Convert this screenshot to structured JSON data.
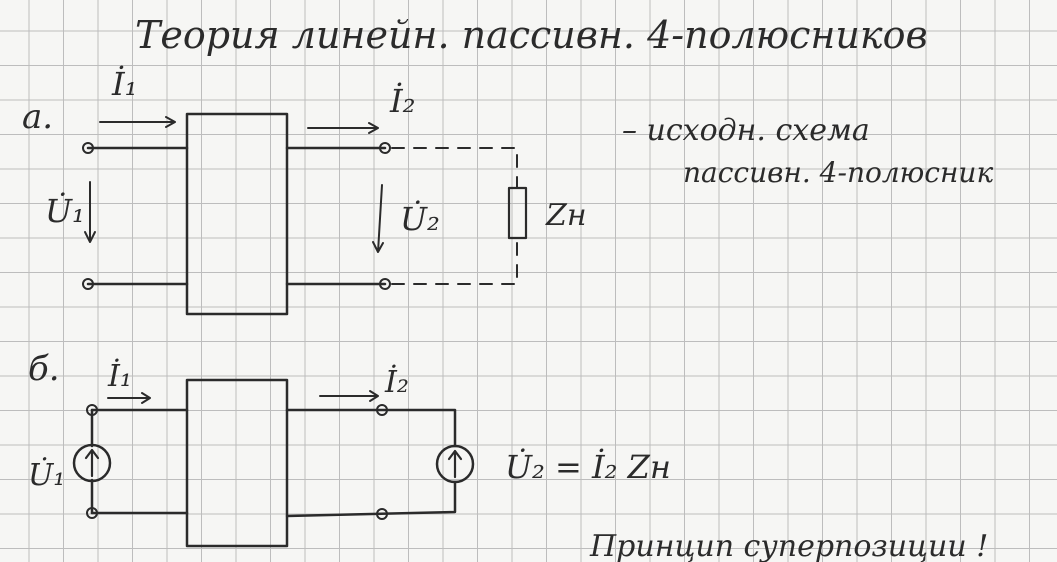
{
  "title": "Теория линейн. пассивн. 4-полюсников",
  "diagram_a": {
    "label": "а.",
    "current_in": "İ₁",
    "current_out": "İ₂",
    "voltage_in": "U̇₁",
    "voltage_out": "U̇₂",
    "load": "Zн",
    "note_line1": "– исходн. схема",
    "note_line2": "пассивн. 4-полюсник"
  },
  "diagram_b": {
    "label": "б.",
    "current_in": "İ₁",
    "current_out": "İ₂",
    "voltage_in": "U̇₁",
    "equation": "U̇₂ = İ₂ Zн"
  },
  "footer": "Принцип суперпозиции !"
}
